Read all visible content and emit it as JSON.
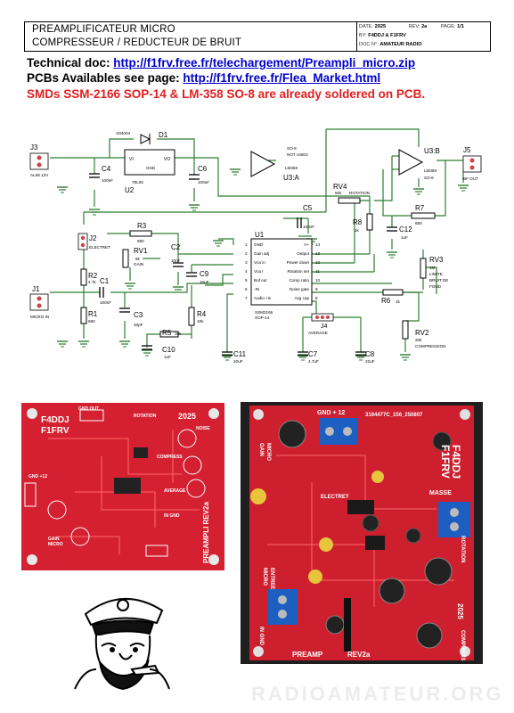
{
  "title_block": {
    "line1": "PREAMPLIFICATEUR MICRO",
    "line2": "COMPRESSEUR / REDUCTEUR DE BRUIT",
    "date_label": "DATE:",
    "date_value": "2025",
    "rev_label": "REV:",
    "rev_value": "2a",
    "page_label": "PAGE:",
    "page_value": "1/1",
    "by_label": "BY:",
    "by_value": "F4DDJ & F1FRV",
    "doc_label": "DOC N°:",
    "doc_value": "AMATEUR RADIO"
  },
  "links": {
    "tech_label": "Technical doc:",
    "tech_url": "http://f1frv.free.fr/telechargement/Preampli_micro.zip",
    "pcb_label": "PCBs Availables see page:",
    "pcb_url": "http://f1frv.free.fr/Flea_Market.html",
    "smd_note": "SMDs  SSM-2166 SOP-14 & LM-358 SO-8 are already soldered on PCB."
  },
  "schematic": {
    "refs": [
      "J3",
      "C4",
      "U2",
      "D1",
      "C6",
      "U3:A",
      "RV4",
      "C5",
      "R8",
      "U3:B",
      "J5",
      "R7",
      "C12",
      "J2",
      "R3",
      "RV1",
      "C2",
      "U1",
      "C9",
      "RV3",
      "R2",
      "J1",
      "C1",
      "R1",
      "C3",
      "R4",
      "R6",
      "RV2",
      "R5",
      "C10",
      "C11",
      "C7",
      "C8",
      "J4"
    ],
    "j3_label": "ALIM 12V",
    "d1_part": "1N4004",
    "u2_part": "78L05",
    "u2_vi": "VI",
    "u2_vo": "VO",
    "u2_gnd": "GND",
    "c4_val": "100nF",
    "c6_val": "100uF",
    "u3a_note1": "SO-8",
    "u3a_note2": "NOT USED",
    "u3a_part": "LM358",
    "rv4_val": "50k",
    "rv4_name": "ROTATION",
    "c5_val": "100nF",
    "r8_val": "1k",
    "u3b_part": "LM358",
    "u3b_pkg": "SO-8",
    "j5_label": "BF OUT",
    "r7_val": "680",
    "c12_val": "1uF",
    "j2_label": "ELECTRET",
    "r3_val": "680",
    "rv1_val": "5k",
    "rv1_name": "GAIN",
    "c2_val": "10nF",
    "c9_val": "10uF",
    "u1_part": "SSM2166",
    "u1_pkg": "SOP-14",
    "u1_left_pins": [
      "GND",
      "Gain adj",
      "Vca in",
      "Vca r",
      "Buf out",
      "-IN",
      "Audio +in"
    ],
    "u1_left_nums": [
      "1",
      "2",
      "3",
      "4",
      "5",
      "6",
      "7"
    ],
    "u1_right_pins": [
      "V+",
      "Output",
      "Power down",
      "Rotation set",
      "Comp ratio",
      "Noise gate",
      "Avg cap"
    ],
    "u1_right_nums": [
      "14",
      "13",
      "12",
      "11",
      "10",
      "9",
      "8"
    ],
    "rv3_val": "1M",
    "rv3_name1": "LIMITE",
    "rv3_name2": "BRUIT DE",
    "rv3_name3": "FOND",
    "r2_val": "4.7k",
    "j1_label": "MICRO IN",
    "c1_val": "100nF",
    "r1_val": "680",
    "c3_val": "33pF",
    "r4_val": "10k",
    "r6_val": "1k",
    "rv2_val": "20k",
    "rv2_name": "COMPRESSION",
    "r5_val": "10k",
    "c10_val": "1uF",
    "c11_val": "10uF",
    "c7_val": "4.7uF",
    "c8_val": "22uF",
    "j4_label": "AVERAGE"
  },
  "pcb_render": {
    "brand1": "F4DDJ",
    "brand2": "F1FRV",
    "year": "2025",
    "gnd_out": "GND OUT",
    "rotation": "ROTATION",
    "noise": "NOISE",
    "compress": "COMPRESS",
    "average": "AVERAGE",
    "gain": "GAIN",
    "micro": "MICRO",
    "preampli": "PREAMPLI REV2a",
    "in_gnd": "IN GND",
    "dc_label": "GND +12"
  },
  "photo": {
    "top_label": "GND + 12",
    "serial": "3194477C_156_250807",
    "brand1": "F4DDJ",
    "brand2": "F1FRV",
    "masse": "MASSE",
    "year": "2025",
    "gain": "GAIN",
    "micro": "MICRO",
    "entree": "ENTREE",
    "in_gnd": "IN GND",
    "electret": "ELECTRET",
    "preampli": "PREAMP",
    "rev": "REV2a",
    "rotation": "ROTATION",
    "compress": "COMPRESS"
  },
  "watermark": "RADIOAMATEUR.ORG",
  "colors": {
    "wire": "#2e7d32",
    "pcb_red": "#d42030",
    "pcb_silk": "#ffffff",
    "link_blue": "#0000cc",
    "warning_red": "#e31e1e"
  }
}
